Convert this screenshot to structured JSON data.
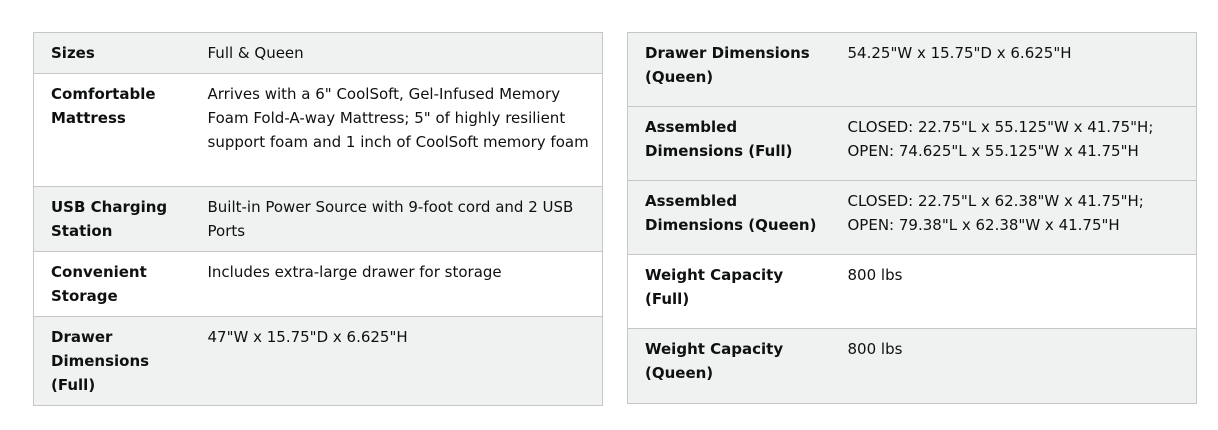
{
  "left_table": {
    "rows": [
      {
        "key": "Sizes",
        "value": "Full & Queen"
      },
      {
        "key": "Comfortable Mattress",
        "value": "Arrives with a 6\" CoolSoft, Gel-Infused Memory Foam Fold-A-way Mattress; 5\" of highly resilient support foam and 1 inch of CoolSoft memory foam"
      },
      {
        "key": "USB Charging Station",
        "value": "Built-in Power Source with 9-foot cord and 2 USB Ports"
      },
      {
        "key": "Convenient Storage",
        "value": "Includes extra-large drawer for storage"
      },
      {
        "key": "Drawer Dimensions (Full)",
        "value": "47\"W x 15.75\"D x 6.625\"H"
      }
    ]
  },
  "right_table": {
    "rows": [
      {
        "key": "Drawer Dimensions (Queen)",
        "value_lines": [
          "54.25\"W x 15.75\"D x 6.625\"H"
        ]
      },
      {
        "key": "Assembled Dimensions (Full)",
        "value_lines": [
          "CLOSED: 22.75\"L x 55.125\"W x 41.75\"H;",
          "OPEN: 74.625\"L x 55.125\"W x 41.75\"H"
        ]
      },
      {
        "key": "Assembled Dimensions (Queen)",
        "value_lines": [
          "CLOSED: 22.75\"L x 62.38\"W x 41.75\"H;",
          "OPEN: 79.38\"L x 62.38\"W x 41.75\"H"
        ]
      },
      {
        "key": "Weight Capacity (Full)",
        "value_lines": [
          "800 lbs"
        ]
      },
      {
        "key": "Weight Capacity (Queen)",
        "value_lines": [
          "800 lbs"
        ]
      }
    ]
  }
}
